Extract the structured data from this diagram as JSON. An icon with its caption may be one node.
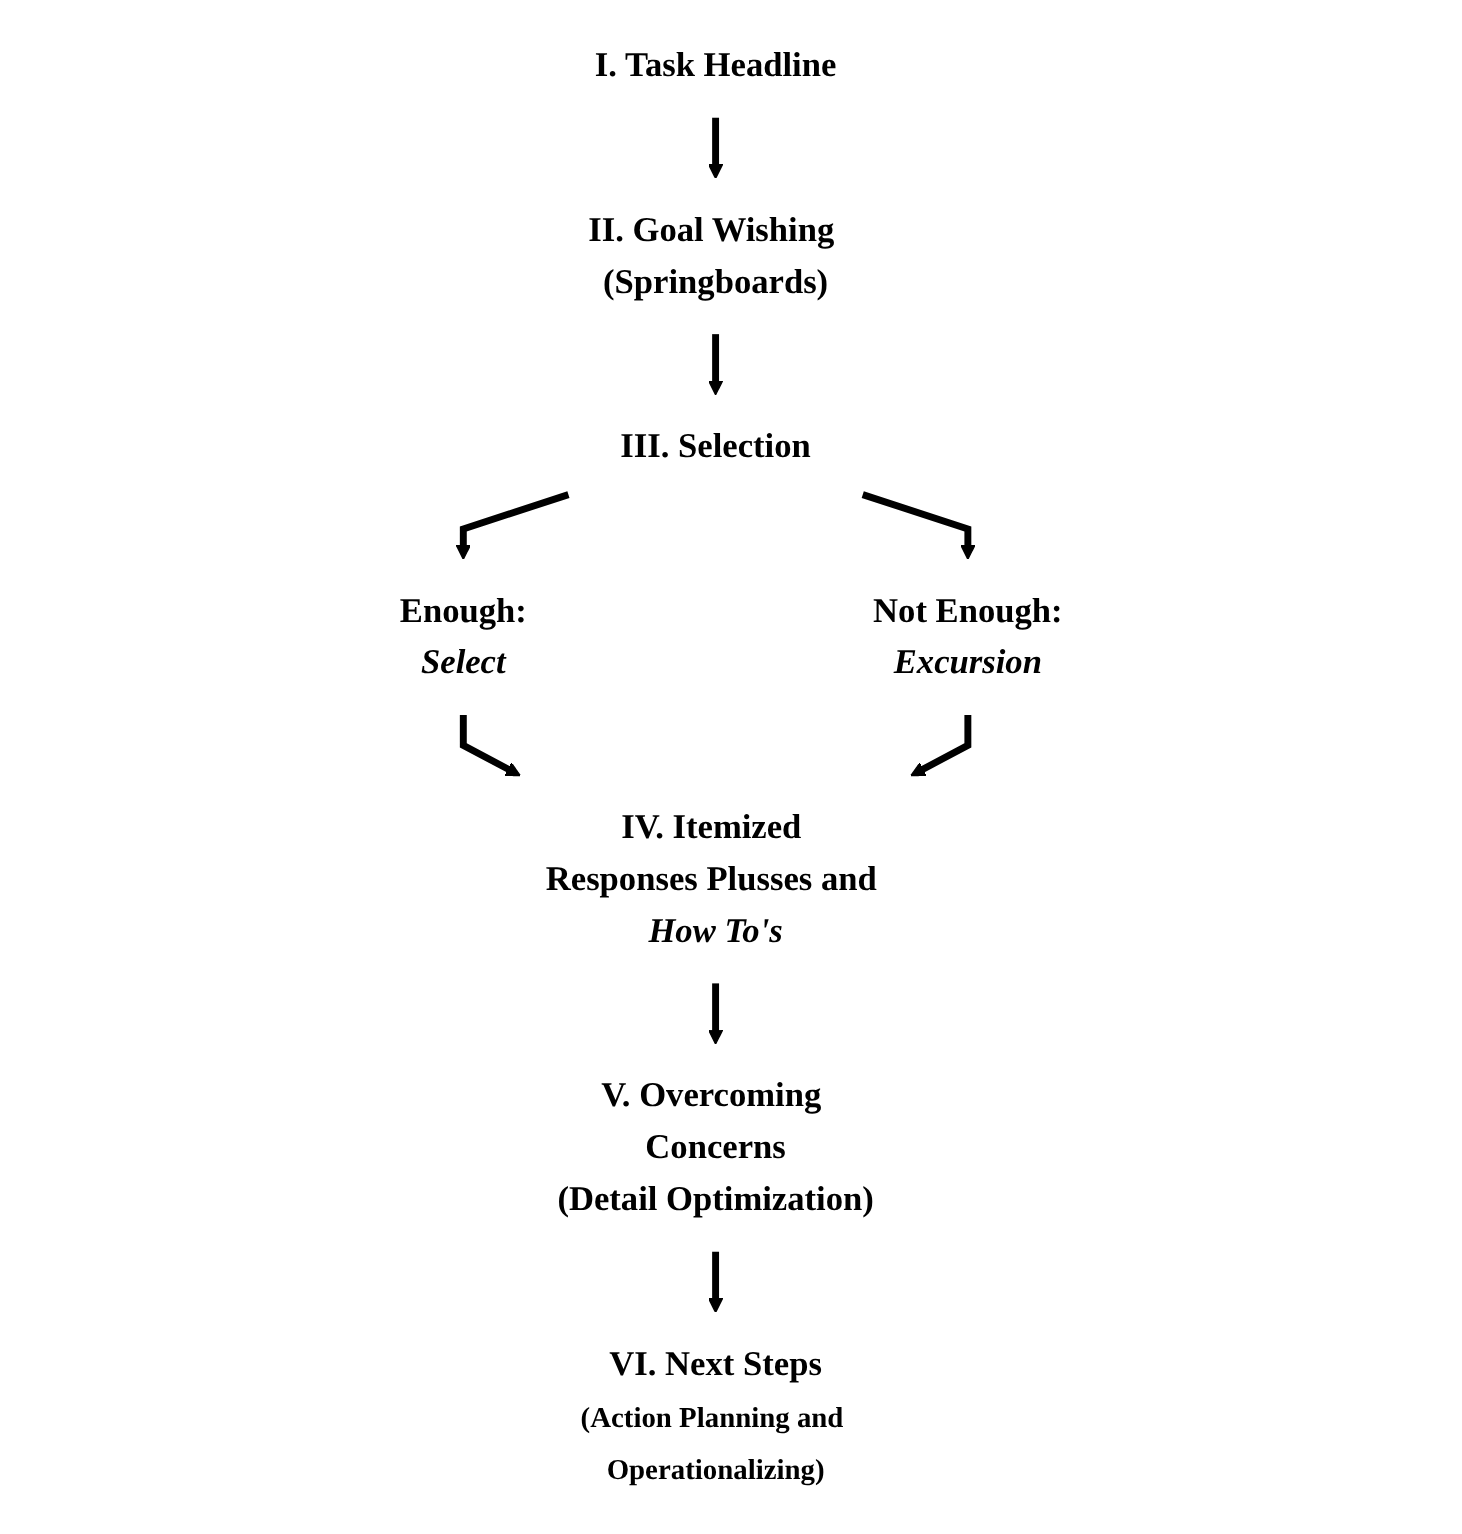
{
  "diagram": {
    "nodes": [
      {
        "text": [
          "I. Task Headline"
        ]
      },
      {
        "text": [
          "II. Goal Wishing (Springboards)"
        ]
      },
      {
        "text": [
          "III. Selection"
        ]
      },
      {
        "text": [
          "Enough:",
          "Select"
        ]
      },
      {
        "text": [
          "Not Enough:",
          "Excursion"
        ]
      },
      {
        "text": [
          "IV. Itemized Responses Plusses and *How To's*"
        ]
      },
      {
        "text": [
          "V. Overcoming Concerns",
          "(Detail Optimization)"
        ]
      },
      {
        "text": [
          "VI. Next Steps",
          "(Action Planning and Operationalizing)"
        ]
      }
    ],
    "edges": [
      {
        "from": 0,
        "to": 1,
        "arrow": "to"
      },
      {
        "from": 1,
        "to": 2,
        "arrow": "to"
      },
      {
        "from": 2,
        "to": 3,
        "arrow": "to"
      },
      {
        "from": 2,
        "to": 4,
        "arrow": "to"
      },
      {
        "from": 3,
        "to": 5,
        "arrow": "to"
      },
      {
        "from": 4,
        "to": 5,
        "arrow": "to"
      },
      {
        "from": 5,
        "to": 6,
        "arrow": "to"
      },
      {
        "from": 6,
        "to": 7,
        "arrow": "to"
      }
    ]
  }
}
